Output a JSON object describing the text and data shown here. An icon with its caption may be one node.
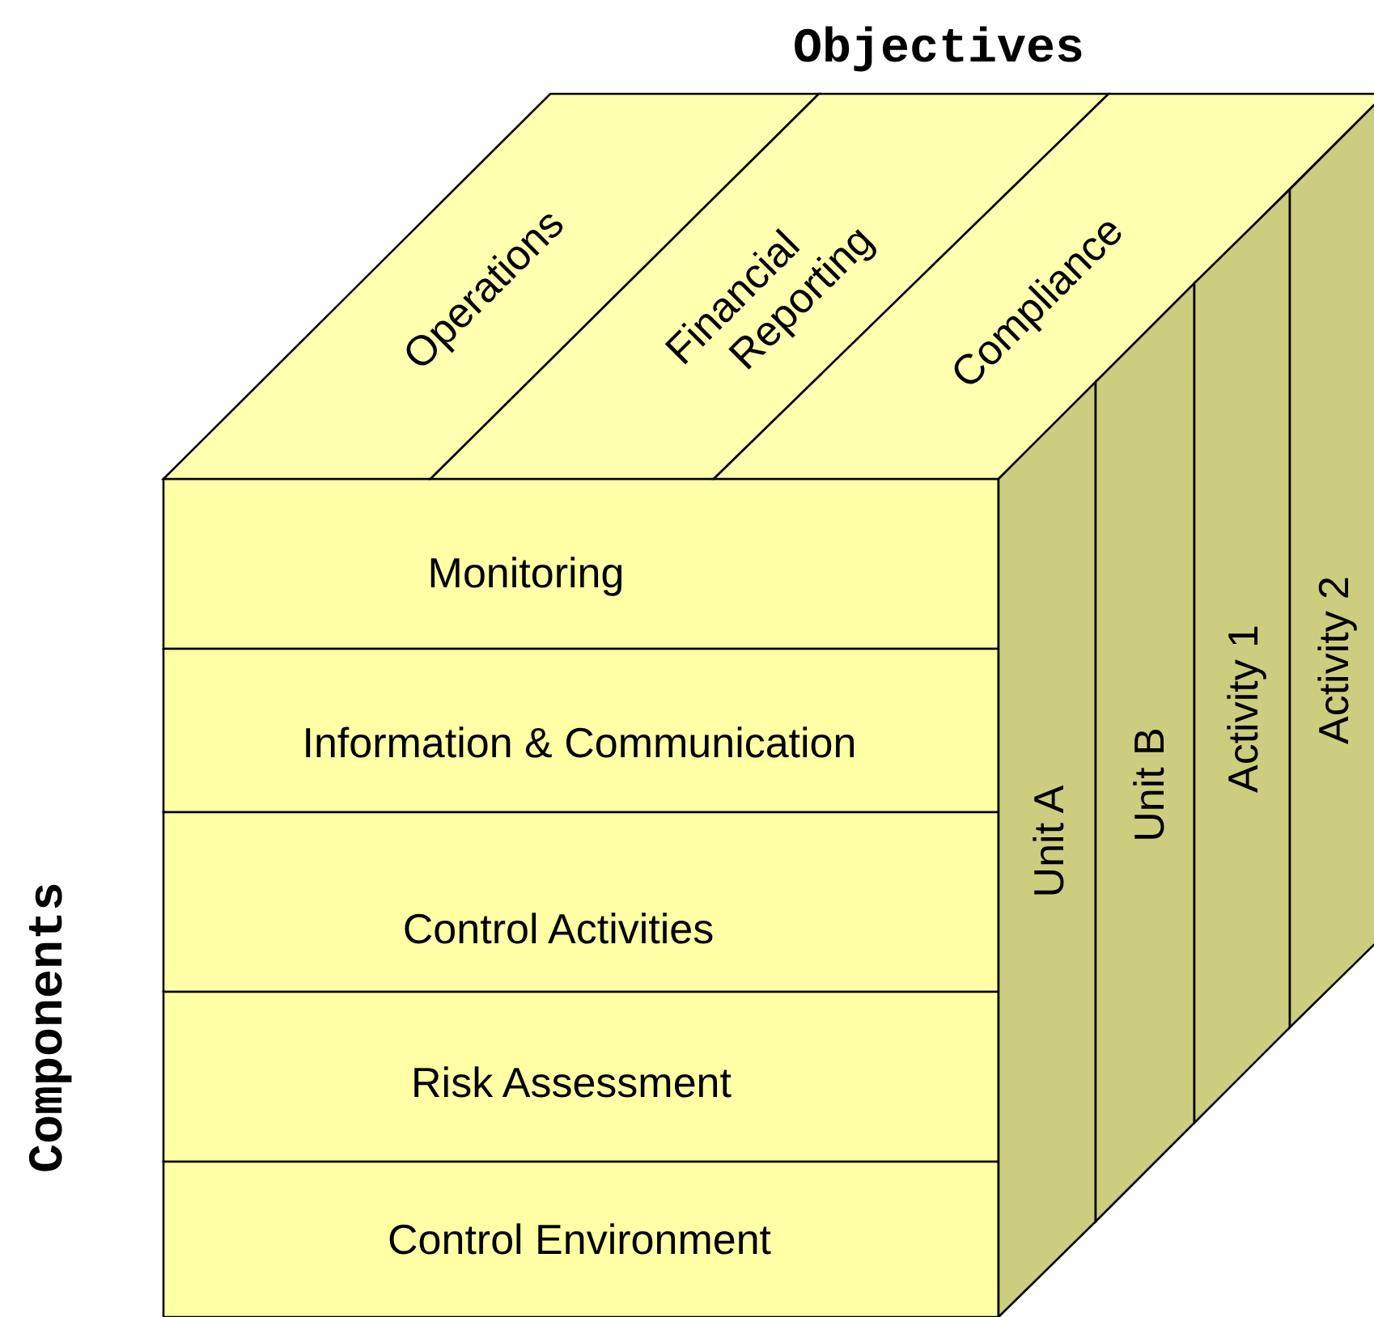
{
  "diagram": {
    "nodes": [
      {
        "text": [
          "Monitoring"
        ]
      },
      {
        "text": [
          "Information & Communication"
        ]
      },
      {
        "text": [
          "Control Activities"
        ]
      },
      {
        "text": [
          "Risk Assessment"
        ]
      },
      {
        "text": [
          "Control Environment"
        ]
      },
      {
        "text": [
          "Operations"
        ]
      },
      {
        "text": [
          "Financial Reporting"
        ]
      },
      {
        "text": [
          "Compliance"
        ]
      },
      {
        "text": [
          "Unit A"
        ]
      },
      {
        "text": [
          "Unit B"
        ]
      },
      {
        "text": [
          "Activity 1"
        ]
      },
      {
        "text": [
          "Activity 2"
        ]
      }
    ],
    "labels": [
      "Objectives",
      "Components"
    ]
  }
}
